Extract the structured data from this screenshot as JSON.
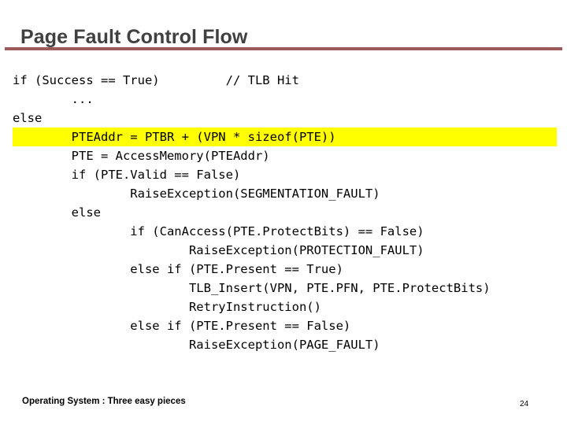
{
  "slide": {
    "title": "Page Fault Control Flow",
    "accent_color": "#9E5B5B",
    "title_color": "#404040",
    "background_color": "#FFFFFF",
    "highlight_color": "#FFFF00"
  },
  "code": {
    "language": "pseudocode",
    "lines": [
      {
        "text": "if (Success == True)         // TLB Hit",
        "highlight": false
      },
      {
        "text": "        ...",
        "highlight": false
      },
      {
        "text": "else",
        "highlight": false
      },
      {
        "text": "        PTEAddr = PTBR + (VPN * sizeof(PTE))",
        "highlight": true
      },
      {
        "text": "        PTE = AccessMemory(PTEAddr)",
        "highlight": false
      },
      {
        "text": "        if (PTE.Valid == False)",
        "highlight": false
      },
      {
        "text": "                RaiseException(SEGMENTATION_FAULT)",
        "highlight": false
      },
      {
        "text": "        else",
        "highlight": false
      },
      {
        "text": "                if (CanAccess(PTE.ProtectBits) == False)",
        "highlight": false
      },
      {
        "text": "                        RaiseException(PROTECTION_FAULT)",
        "highlight": false
      },
      {
        "text": "                else if (PTE.Present == True)",
        "highlight": false
      },
      {
        "text": "                        TLB_Insert(VPN, PTE.PFN, PTE.ProtectBits)",
        "highlight": false
      },
      {
        "text": "                        RetryInstruction()",
        "highlight": false
      },
      {
        "text": "                else if (PTE.Present == False)",
        "highlight": false
      },
      {
        "text": "                        RaiseException(PAGE_FAULT)",
        "highlight": false
      }
    ]
  },
  "footer": {
    "text": "Operating System : Three easy pieces",
    "page_number": "24"
  }
}
